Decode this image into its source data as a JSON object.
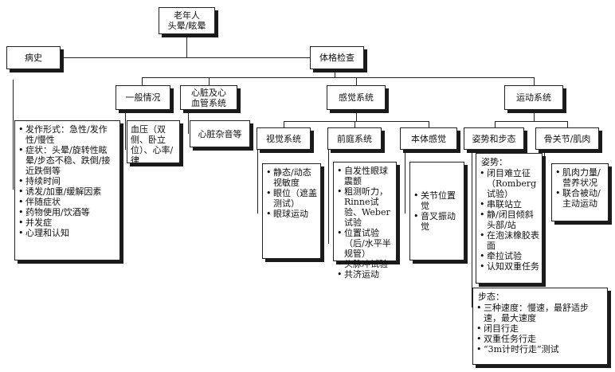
{
  "root": {
    "line1": "老年人",
    "line2": "头晕/眩晕"
  },
  "history": {
    "title": "病史",
    "items": [
      "发作形式：急性/发作性/慢性",
      "症状：头晕/旋转性眩晕/步态不稳、跌倒/接近跌倒等",
      "持续时间",
      "诱发/加重/缓解因素",
      "伴随症状",
      "药物使用/饮酒等",
      "并发症",
      "心理和认知"
    ]
  },
  "exam": {
    "title": "体格检查"
  },
  "general": {
    "title": "一般情况",
    "detail": "血压（双侧、卧立位）、心率/律"
  },
  "cardio": {
    "title_line1": "心脏及心",
    "title_line2": "血管系统",
    "detail": "心脏杂音等"
  },
  "sensory": {
    "title": "感觉系统"
  },
  "visual": {
    "title": "视觉系统",
    "items": [
      "静态/动态视敏度",
      "眼位（遮盖测试）",
      "眼球运动"
    ]
  },
  "vestibular": {
    "title": "前庭系统",
    "items": [
      "自发性眼球震颤",
      "粗测听力，Rinne试验、Weber试验",
      "位置试验（后/水平半规管）",
      "头脉冲试验",
      "共济运动"
    ]
  },
  "proprio": {
    "title": "本体感觉",
    "items": [
      "关节位置觉",
      "音叉振动觉"
    ]
  },
  "motor": {
    "title": "运动系统"
  },
  "posture_gait": {
    "title": "姿势和步态"
  },
  "bone": {
    "title": "骨关节/肌肉",
    "items": [
      "肌肉力量/营养状况",
      "联合被动/主动运动"
    ]
  },
  "posture": {
    "heading": "姿势：",
    "items": [
      "闭目难立征（Romberg试验）",
      "串联站立",
      "静/闭目倾斜头部/站",
      "在泡沫橡胶表面",
      "牵拉试验",
      "认知双重任务"
    ]
  },
  "gait": {
    "heading": "步态：",
    "items": [
      "三种速度：慢速，最舒适步速，最大速度",
      "闭目行走",
      "双重任务行走",
      "“3m计时行走”测试"
    ]
  }
}
